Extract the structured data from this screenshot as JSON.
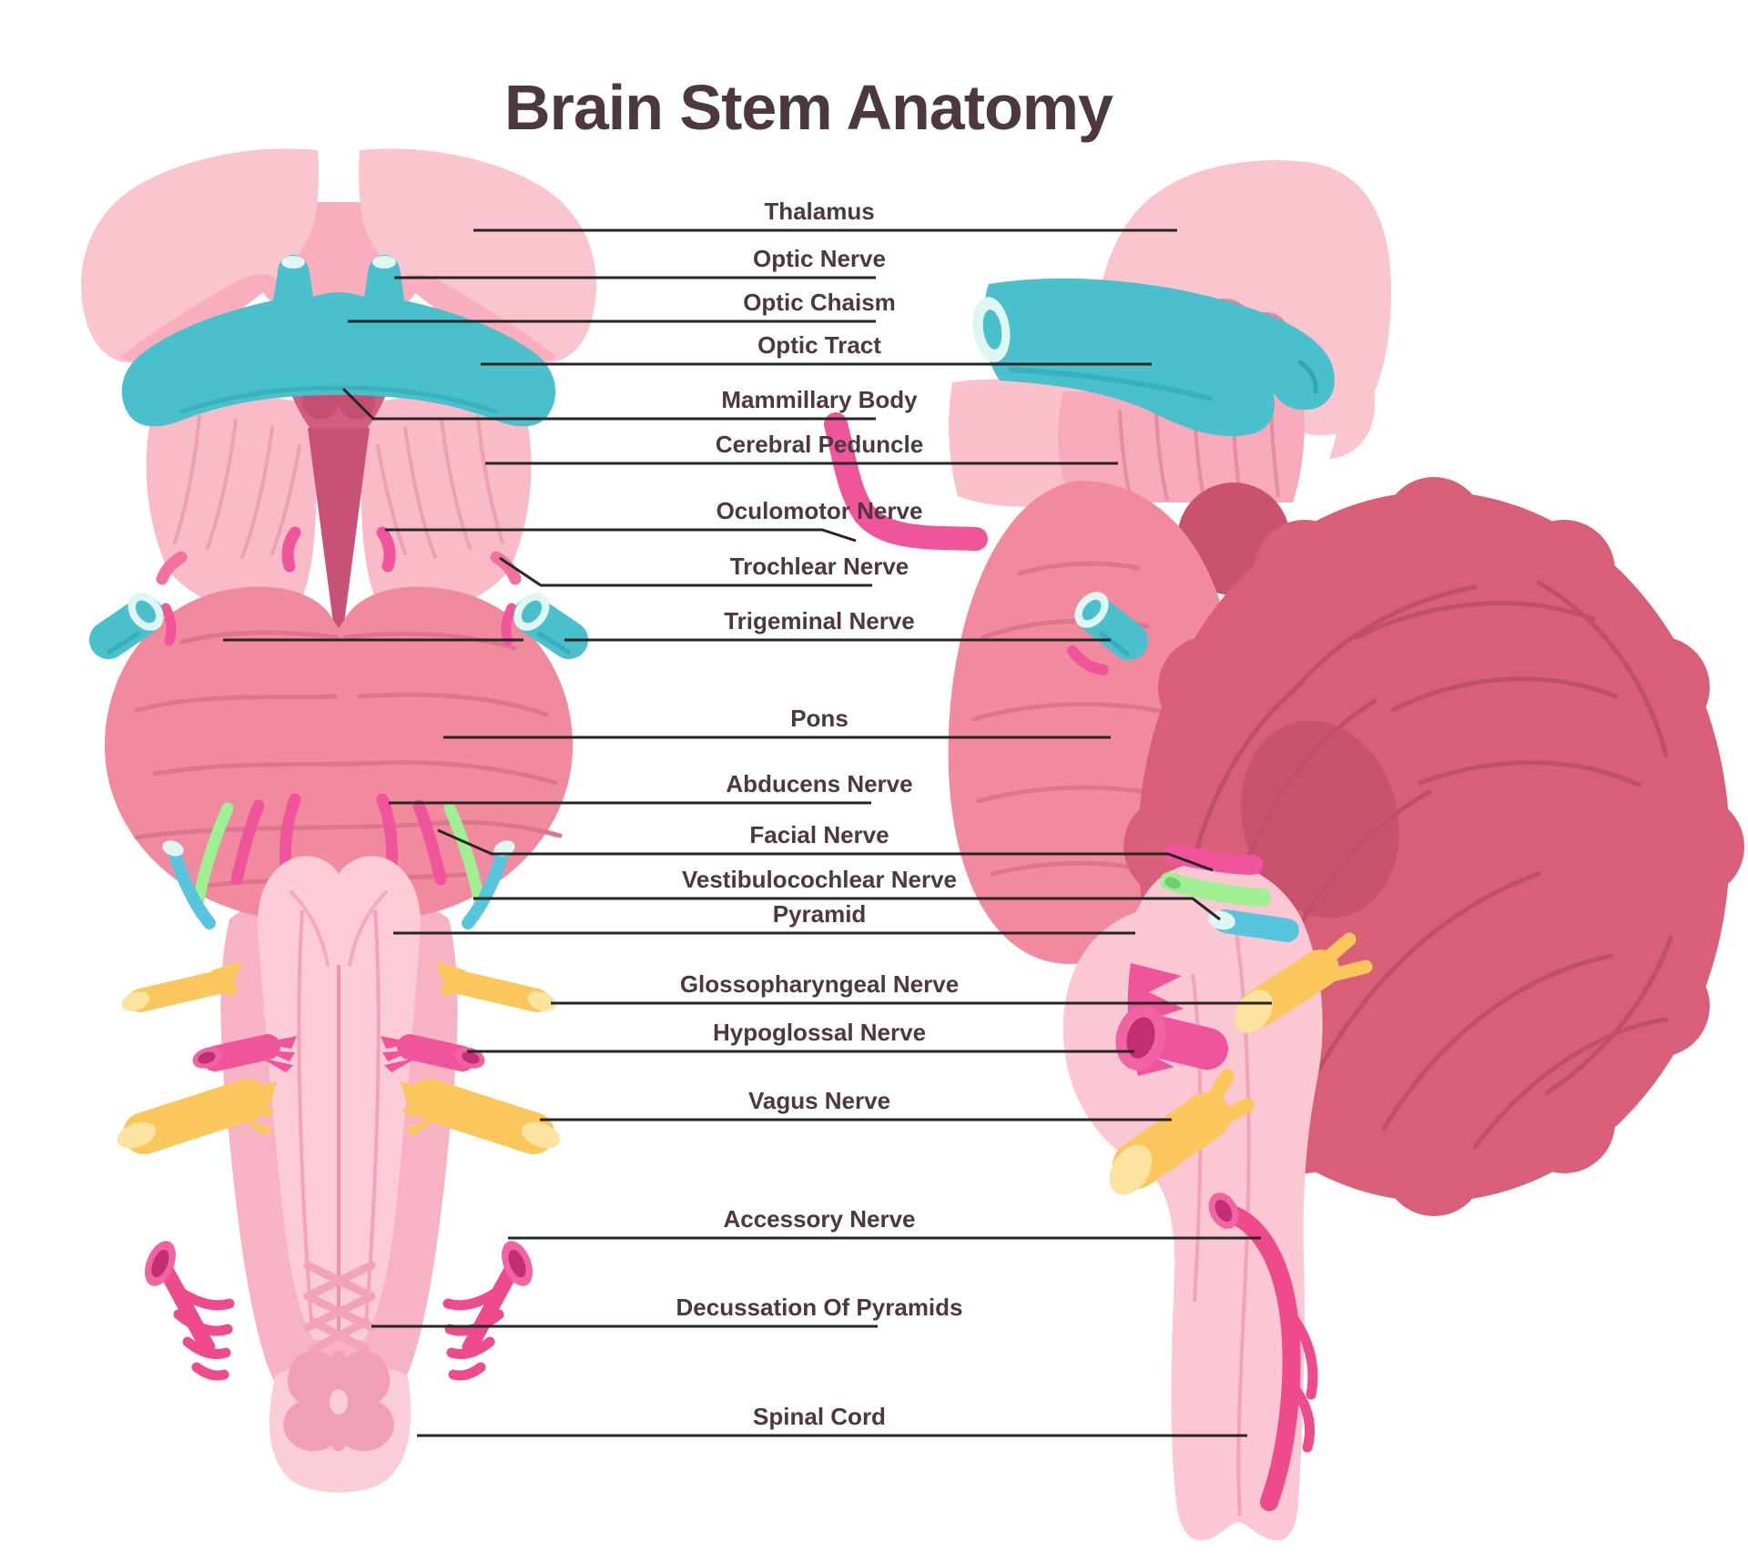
{
  "title": "Brain Stem Anatomy",
  "palette": {
    "background": "#ffffff",
    "text": "#4c383e",
    "leader_line": "#262626",
    "light_pink": "#fbc6d1",
    "medium_pink": "#f7aabb",
    "pons_rose": "#f28a9f",
    "dark_rose": "#d35c80",
    "cerebellum": "#d95f79",
    "teal": "#49c0cb",
    "light_blue": "#57c5de",
    "magenta": "#f0549b",
    "green": "#9ff092",
    "yellow": "#fbc75d"
  },
  "labels": [
    {
      "id": "thalamus",
      "text": "Thalamus"
    },
    {
      "id": "optic-nerve",
      "text": "Optic Nerve"
    },
    {
      "id": "optic-chiasm",
      "text": "Optic Chaism"
    },
    {
      "id": "optic-tract",
      "text": "Optic Tract"
    },
    {
      "id": "mammillary-body",
      "text": "Mammillary Body"
    },
    {
      "id": "cerebral-peduncle",
      "text": "Cerebral Peduncle"
    },
    {
      "id": "oculomotor-nerve",
      "text": "Oculomotor Nerve"
    },
    {
      "id": "trochlear-nerve",
      "text": "Trochlear Nerve"
    },
    {
      "id": "trigeminal-nerve",
      "text": "Trigeminal Nerve"
    },
    {
      "id": "pons",
      "text": "Pons"
    },
    {
      "id": "abducens-nerve",
      "text": "Abducens Nerve"
    },
    {
      "id": "facial-nerve",
      "text": "Facial Nerve"
    },
    {
      "id": "vestibulocochlear-nerve",
      "text": "Vestibulocochlear Nerve"
    },
    {
      "id": "pyramid",
      "text": "Pyramid"
    },
    {
      "id": "glossopharyngeal-nerve",
      "text": "Glossopharyngeal Nerve"
    },
    {
      "id": "hypoglossal-nerve",
      "text": "Hypoglossal Nerve"
    },
    {
      "id": "vagus-nerve",
      "text": "Vagus Nerve"
    },
    {
      "id": "accessory-nerve",
      "text": "Accessory Nerve"
    },
    {
      "id": "decussation-of-pyramids",
      "text": "Decussation Of Pyramids"
    },
    {
      "id": "spinal-cord",
      "text": "Spinal Cord"
    }
  ]
}
